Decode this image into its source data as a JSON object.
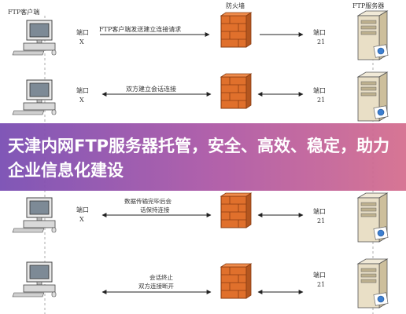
{
  "diagram": {
    "client_title": "FTP客户端",
    "firewall_title": "防火墙",
    "server_title": "FTP服务器",
    "rows": [
      {
        "port_left_1": "端口",
        "port_left_2": "X",
        "message_1": "FTP客户端发送建立连接请求",
        "message_2": "",
        "direction": "right",
        "port_right_1": "端口",
        "port_right_2": "21"
      },
      {
        "port_left_1": "端口",
        "port_left_2": "X",
        "message_1": "双方建立会话连接",
        "message_2": "",
        "direction": "both",
        "port_right_1": "端口",
        "port_right_2": "21"
      },
      {
        "port_left_1": "端口",
        "port_left_2": "X",
        "message_1": "数据传输完毕后会",
        "message_2": "话保持连接",
        "direction": "both",
        "port_right_1": "端口",
        "port_right_2": "21"
      },
      {
        "port_left_1": "",
        "port_left_2": "",
        "message_1": "会话终止",
        "message_2": "双方连接断开",
        "direction": "both",
        "port_right_1": "端口",
        "port_right_2": "21"
      }
    ]
  },
  "banner": {
    "title": "天津内网FTP服务器托管，安全、高效、稳定，助力企业信息化建设"
  },
  "colors": {
    "banner_left": "#7a4fb4",
    "banner_right": "#d56f8f",
    "firewall_brick": "#e0702c"
  }
}
